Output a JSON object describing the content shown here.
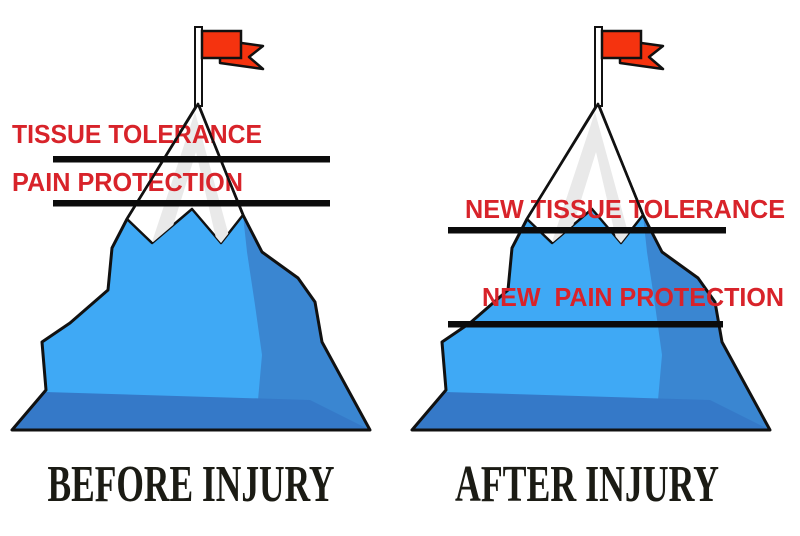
{
  "panels": [
    {
      "id": "before",
      "tolerance_label": "TISSUE TOLERANCE",
      "protection_label": "PAIN PROTECTION",
      "caption": "BEFORE INJURY"
    },
    {
      "id": "after",
      "tolerance_label": "NEW TISSUE TOLERANCE",
      "protection_label": "NEW  PAIN PROTECTION",
      "caption": "AFTER INJURY"
    }
  ],
  "icons": {
    "flag": "red-summit-flag"
  },
  "colors": {
    "label_red": "#D8232A",
    "flag_red": "#F5330F",
    "mountain_blue": "#3FA9F5",
    "mountain_shadow_blue": "#3A86D1",
    "mountain_base_blue": "#3579C8",
    "snow_white": "#FFFFFF",
    "snow_shade_gray": "#E9E9E9",
    "outline_black": "#111111",
    "divider_black": "#0B0B0B",
    "caption_black": "#1B1B14"
  }
}
